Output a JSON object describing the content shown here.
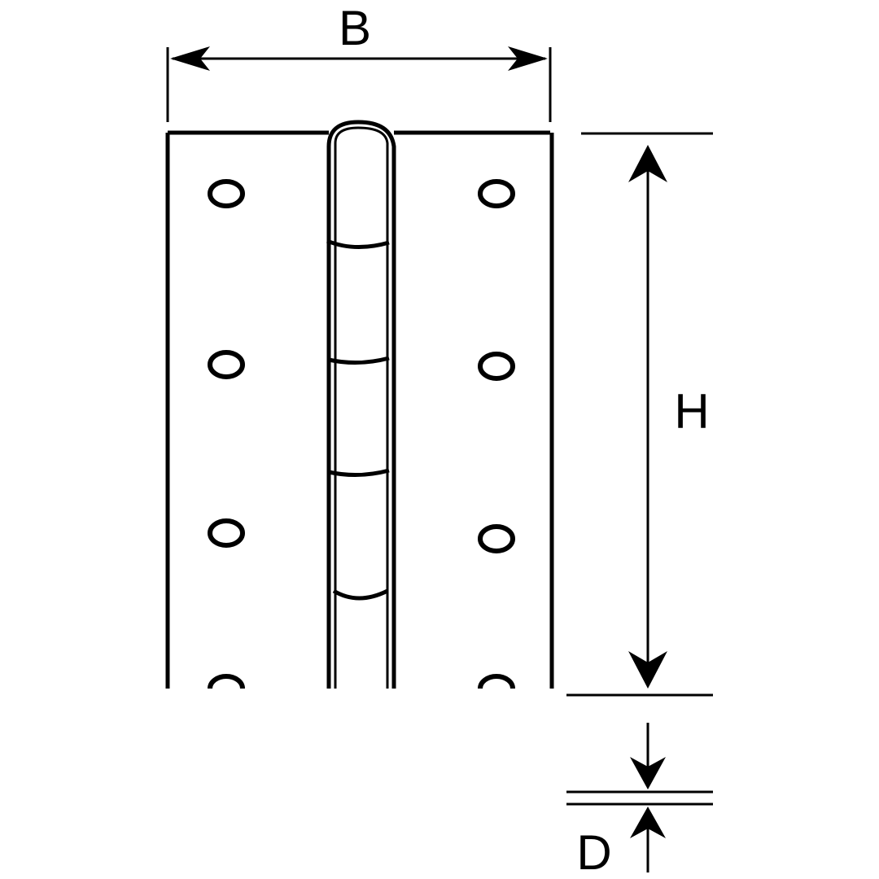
{
  "labels": {
    "width": "B",
    "height": "H",
    "thickness": "D"
  },
  "colors": {
    "stroke": "#000000",
    "background": "#ffffff"
  }
}
